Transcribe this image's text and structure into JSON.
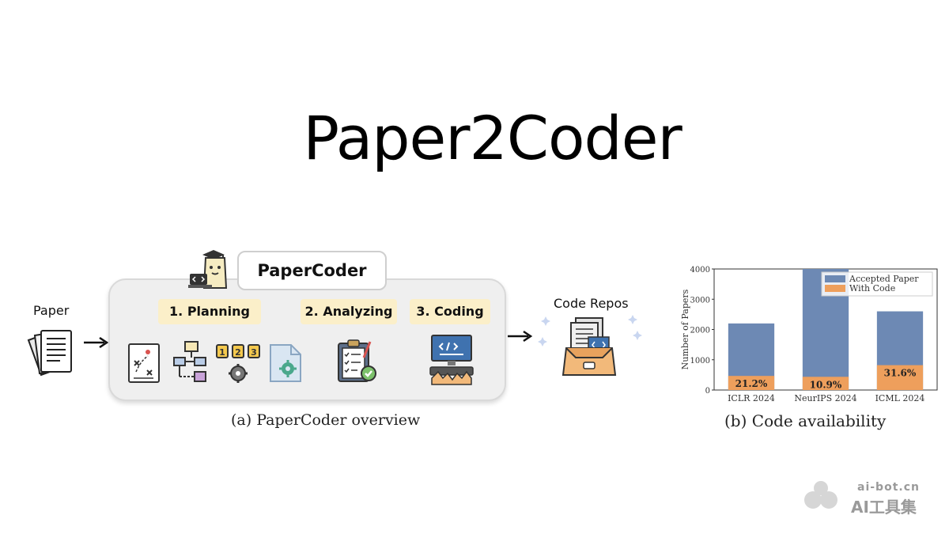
{
  "title": "Paper2Coder",
  "overview": {
    "paper_label": "Paper",
    "panel_title": "PaperCoder",
    "stages": [
      "1. Planning",
      "2. Analyzing",
      "3. Coding"
    ],
    "output_label": "Code Repos",
    "caption": "(a) PaperCoder overview"
  },
  "chart_caption": "(b) Code availability",
  "chart_data": {
    "type": "bar",
    "categories": [
      "ICLR 2024",
      "NeurIPS 2024",
      "ICML 2024"
    ],
    "series": [
      {
        "name": "Accepted Paper",
        "values": [
          2200,
          4000,
          2600
        ],
        "color": "#6d89b4"
      },
      {
        "name": "With Code",
        "values": [
          466,
          436,
          822
        ],
        "color": "#ee9f5c"
      }
    ],
    "data_labels": [
      "21.2%",
      "10.9%",
      "31.6%"
    ],
    "ylabel": "Number of Papers",
    "yticks": [
      0,
      1000,
      2000,
      3000,
      4000
    ],
    "ylim": [
      0,
      4000
    ],
    "legend_position": "top-right",
    "grid": false,
    "overlaid": true
  },
  "watermark": {
    "url": "ai-bot.cn",
    "name": "AI工具集"
  }
}
